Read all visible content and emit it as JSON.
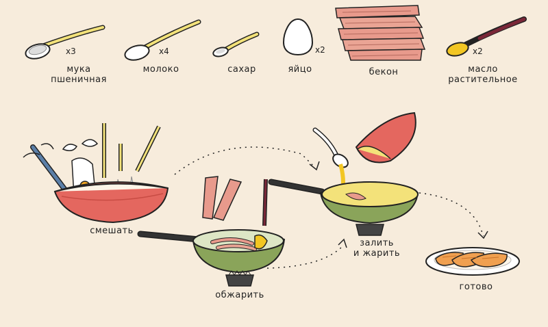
{
  "ingredients": {
    "flour": {
      "label_line1": "мука",
      "label_line2": "пшеничная",
      "qty": "x3"
    },
    "milk": {
      "label": "молоко",
      "qty": "x4"
    },
    "sugar": {
      "label": "сахар"
    },
    "egg": {
      "label": "яйцо",
      "qty": "x2"
    },
    "bacon": {
      "label": "бекон"
    },
    "oil": {
      "label_line1": "масло",
      "label_line2": "растительное",
      "qty": "x2"
    }
  },
  "steps": {
    "mix": {
      "label": "смешать"
    },
    "fry": {
      "label": "обжарить"
    },
    "pour": {
      "label_line1": "залить",
      "label_line2": "и жарить"
    },
    "done": {
      "label": "готово"
    }
  },
  "colors": {
    "background": "#f7ecdc",
    "ink": "#222222",
    "spoon_yellow": "#f3e27a",
    "bowl_red": "#e4675f",
    "pan_green": "#8aa45a",
    "bacon_pink": "#e89a8c",
    "oil_yellow": "#f2c623",
    "handle_maroon": "#7a2738",
    "pancake_orange": "#f0a050"
  }
}
